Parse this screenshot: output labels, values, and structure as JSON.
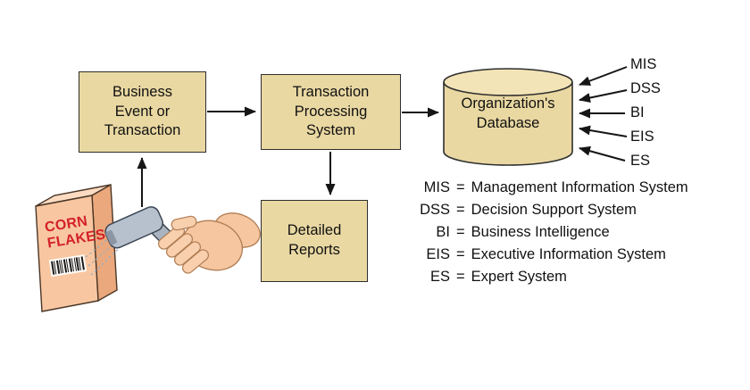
{
  "nodes": {
    "business_event": "Business\nEvent or\nTransaction",
    "tps": "Transaction\nProcessing\nSystem",
    "database": "Organization's\nDatabase",
    "detailed_reports": "Detailed\nReports"
  },
  "product": {
    "name": "CORN\nFLAKES"
  },
  "db_inputs": [
    "MIS",
    "DSS",
    "BI",
    "EIS",
    "ES"
  ],
  "legend": {
    "equals": "=",
    "items": [
      {
        "abbr": "MIS",
        "definition": "Management Information System"
      },
      {
        "abbr": "DSS",
        "definition": "Decision Support System"
      },
      {
        "abbr": "BI",
        "definition": "Business Intelligence"
      },
      {
        "abbr": "EIS",
        "definition": "Executive Information System"
      },
      {
        "abbr": "ES",
        "definition": "Expert System"
      }
    ]
  },
  "edges": [
    {
      "from": "barcode-scan",
      "to": "business_event"
    },
    {
      "from": "business_event",
      "to": "tps"
    },
    {
      "from": "tps",
      "to": "database"
    },
    {
      "from": "tps",
      "to": "detailed_reports"
    },
    {
      "from": "MIS",
      "to": "database"
    },
    {
      "from": "DSS",
      "to": "database"
    },
    {
      "from": "BI",
      "to": "database"
    },
    {
      "from": "EIS",
      "to": "database"
    },
    {
      "from": "ES",
      "to": "database"
    }
  ],
  "colors": {
    "node_fill": "#e9d8a2",
    "node_border": "#2e2e2e",
    "cylinder_top_fill": "#f2e4b6",
    "cereal_front": "#f8c7a1",
    "cereal_top": "#fbdcc2",
    "cereal_side": "#eaa87c",
    "cereal_text": "#d3202a",
    "scanner_fill": "#aab3c0",
    "hand_fill": "#f5c6a0",
    "arrow": "#161616"
  }
}
